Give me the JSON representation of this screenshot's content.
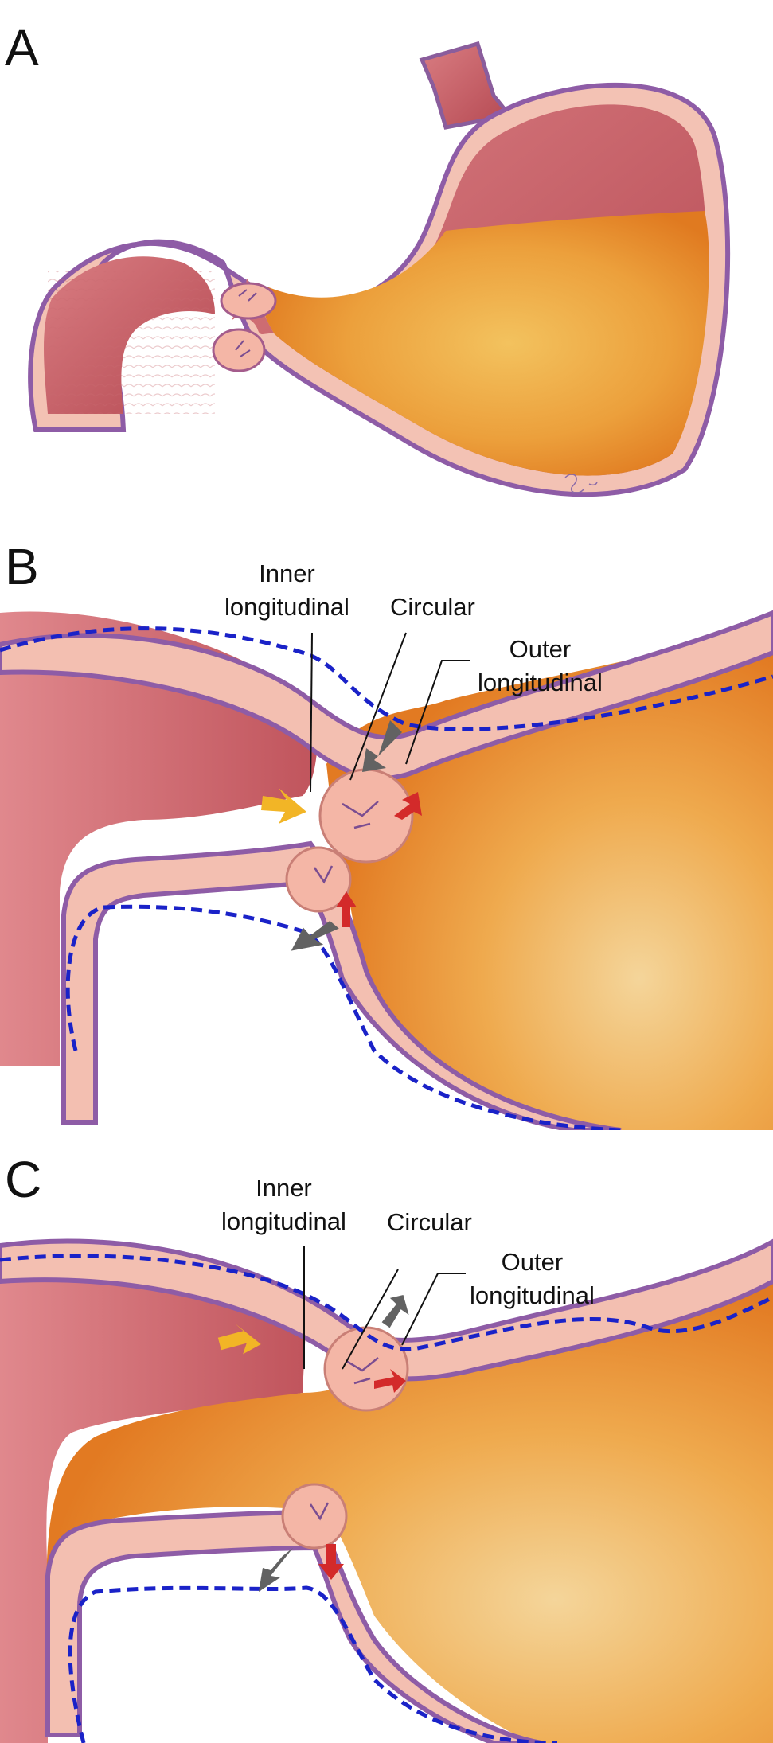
{
  "panels": [
    {
      "letter": "A"
    },
    {
      "letter": "B",
      "labels": {
        "inner_1": "Inner",
        "inner_2": "longitudinal",
        "circular": "Circular",
        "outer_1": "Outer",
        "outer_2": "longitudinal"
      }
    },
    {
      "letter": "C",
      "labels": {
        "inner_1": "Inner",
        "inner_2": "longitudinal",
        "circular": "Circular",
        "outer_1": "Outer",
        "outer_2": "longitudinal"
      }
    }
  ],
  "colors": {
    "serosa": "#b98ac6",
    "serosa_edge": "#7a4d91",
    "muscle": "#f2b7a8",
    "muscle_edge": "#c97f76",
    "mucosa": "#c45c62",
    "chyme": "#e98a2a",
    "chyme_light": "#f6c05a",
    "outline_dashed": "#1a22c8",
    "arrow_yellow": "#f2b526",
    "arrow_red": "#d32a2a",
    "arrow_gray": "#626262"
  }
}
